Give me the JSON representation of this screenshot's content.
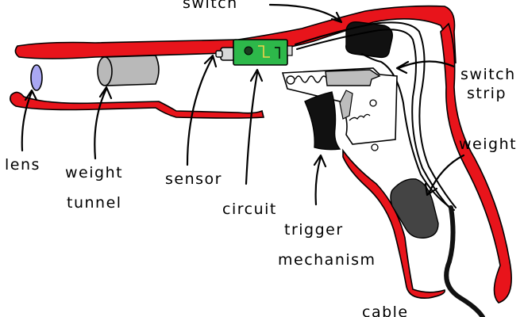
{
  "labels": {
    "switch": "switch",
    "switch_strip_line1": "switch",
    "switch_strip_line2": "strip",
    "weight": "weight",
    "lens": "lens",
    "weight_tunnel_line1": "weight",
    "weight_tunnel_line2": "tunnel",
    "sensor": "sensor",
    "circuit": "circuit",
    "trigger_line1": "trigger",
    "trigger_line2": "mechanism",
    "cable": "cable"
  },
  "colors": {
    "body_red": "#e8141b",
    "lens_blue": "#a9a7f2",
    "tunnel_gray": "#b9b9b9",
    "circuit_green": "#2db84a",
    "black": "#111111",
    "weight_gray": "#444444"
  }
}
